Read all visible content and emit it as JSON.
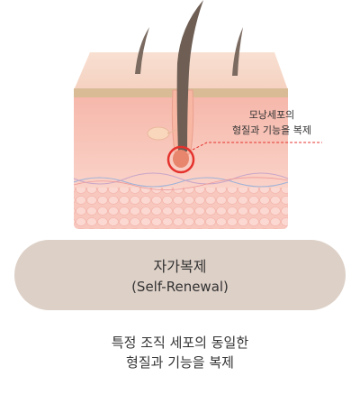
{
  "callout": {
    "line1": "모낭세포의",
    "line2": "형질과 기능을 복제"
  },
  "label": {
    "title": "자가복제",
    "subtitle": "(Self-Renewal)"
  },
  "caption": {
    "line1": "특정 조직 세포의 동일한",
    "line2": "형질과 기능을 복제"
  },
  "colors": {
    "hair": "#6e5e54",
    "highlight": "#e5322d",
    "pill": "#ddd0c7",
    "skin_top": "#f7d7c7",
    "dermis": "#f8c5b8"
  },
  "icons": [
    "hair-strand",
    "hair-follicle",
    "follicle-cell-highlight"
  ]
}
